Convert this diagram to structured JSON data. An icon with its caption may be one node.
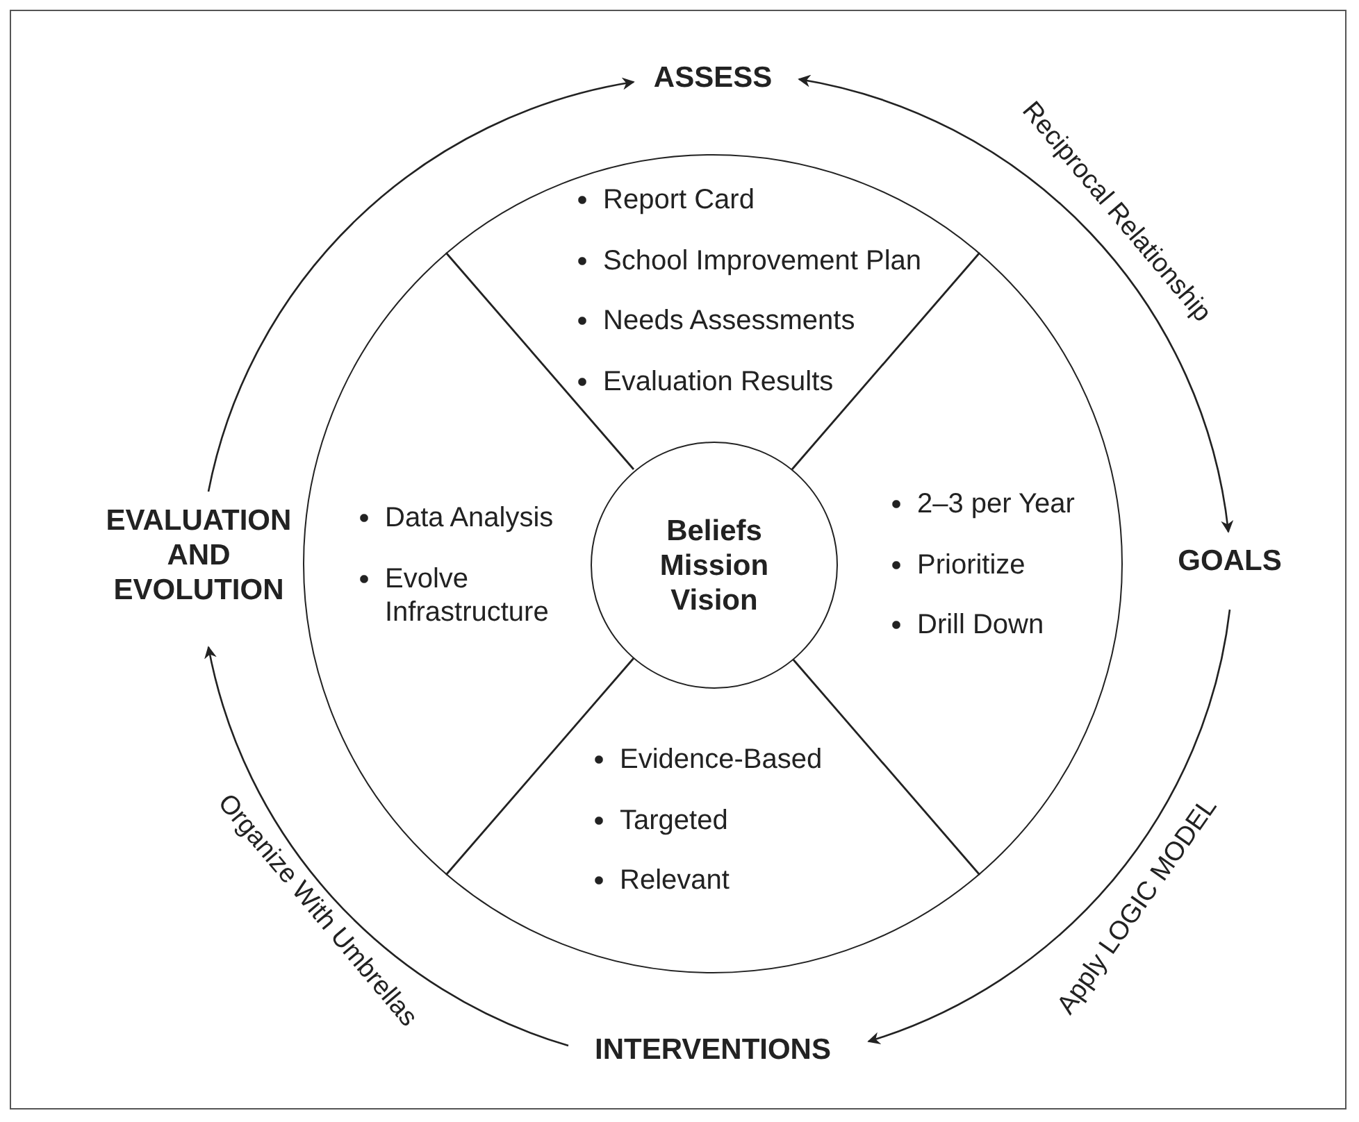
{
  "diagram": {
    "nodes": [
      {
        "text": [
          "ASSESS"
        ]
      },
      {
        "text": [],
        "shape": "circle"
      },
      {
        "text": [
          "Report Card",
          "School Improvement Plan",
          "Needs Assessments",
          "Evaluation Results"
        ],
        "in": 1
      },
      {
        "text": [
          "Data Analysis",
          "Evolve Infrastructure"
        ],
        "in": 1
      },
      {
        "text": [
          "Beliefs Mission Vision"
        ],
        "in": 1
      },
      {
        "text": [
          "2–3 per Year",
          "Prioritize",
          "Drill Down"
        ],
        "in": 1
      },
      {
        "text": [
          "Evidence-Based",
          "Targeted",
          "Relevant"
        ],
        "in": 1
      },
      {
        "text": [
          "EVALUATION AND EVOLUTION"
        ]
      },
      {
        "text": [
          "GOALS"
        ]
      },
      {
        "text": [
          "INTERVENTIONS"
        ]
      }
    ],
    "edges": [
      {
        "from": 0,
        "to": 8,
        "arrow": "both",
        "label": "Reciprocal Relationship"
      },
      {
        "from": 8,
        "to": 9,
        "arrow": "to",
        "label": "Apply LOGIC MODEL"
      },
      {
        "from": 9,
        "to": 7,
        "arrow": "to",
        "label": "Organize With Umbrellas"
      },
      {
        "from": 7,
        "to": 0,
        "arrow": "to"
      }
    ]
  }
}
